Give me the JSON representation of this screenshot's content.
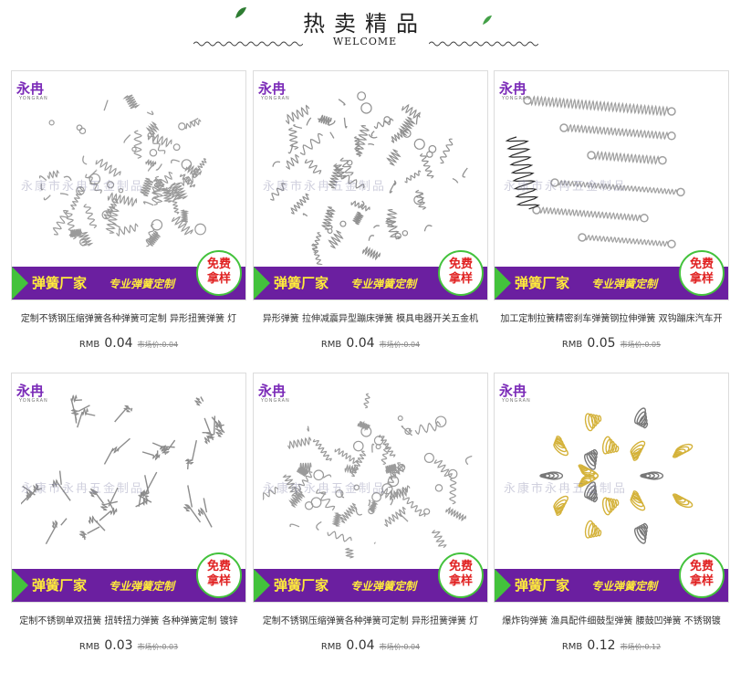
{
  "header": {
    "title": "热卖精品",
    "subtitle": "WELCOME"
  },
  "brand": {
    "name": "永冉",
    "name_en": "YONGRAN"
  },
  "banner": {
    "main": "弹簧厂家",
    "sub": "专业弹簧定制",
    "badge_line1": "免费",
    "badge_line2": "拿样"
  },
  "colors": {
    "brand_purple": "#6b1fa0",
    "banner_text": "#ffeb3b",
    "badge_red": "#e02020",
    "accent_green": "#43c23c"
  },
  "products": [
    {
      "watermark": "永康市永冉五金制品",
      "desc": "定制不锈钢压缩弹簧各种弹簧可定制 异形扭簧弹簧 灯",
      "currency": "RMB",
      "price": "0.04",
      "market": "市场价:0.04",
      "art": "mix",
      "wire": "#9a9a9a"
    },
    {
      "watermark": "永康市永冉五金制品",
      "desc": "异形弹簧 拉伸减震异型蹦床弹簧 模具电器开关五金机",
      "currency": "RMB",
      "price": "0.04",
      "market": "市场价:0.04",
      "art": "mix",
      "wire": "#909090"
    },
    {
      "watermark": "永康市永冉五金制品",
      "desc": "加工定制拉簧精密刹车弹簧钢拉伸弹簧 双钩蹦床汽车开",
      "currency": "RMB",
      "price": "0.05",
      "market": "市场价:0.05",
      "art": "extension",
      "wire": "#a0a0a0"
    },
    {
      "watermark": "永康市永冉五金制品",
      "desc": "定制不锈钢单双扭簧 扭转扭力弹簧 各种弹簧定制 镀锌",
      "currency": "RMB",
      "price": "0.03",
      "market": "市场价:0.03",
      "art": "torsion",
      "wire": "#8c8c8c"
    },
    {
      "watermark": "永康市永冉五金制品",
      "desc": "定制不锈钢压缩弹簧各种弹簧可定制 异形扭簧弹簧 灯",
      "currency": "RMB",
      "price": "0.04",
      "market": "市场价:0.04",
      "art": "mix",
      "wire": "#9a9a9a"
    },
    {
      "watermark": "永康市永冉五金制品",
      "desc": "爆炸钩弹簧 渔具配件细鼓型弹簧 腰鼓凹弹簧 不锈钢镀",
      "currency": "RMB",
      "price": "0.12",
      "market": "市场价:0.12",
      "art": "cone",
      "wire": "#d4b23a"
    }
  ]
}
